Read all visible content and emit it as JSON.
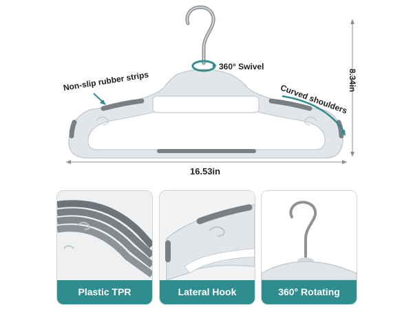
{
  "annotations": {
    "swivel": "360° Swivel",
    "strips": "Non-slip rubber strips",
    "shoulders": "Curved shoulders",
    "height": "8.34in",
    "width": "16.53in"
  },
  "panels": [
    {
      "caption": "Plastic TPR"
    },
    {
      "caption": "Lateral Hook"
    },
    {
      "caption": "360° Rotating"
    }
  ],
  "colors": {
    "hanger_body": "#e2e6ea",
    "rubber_strip": "#7a7f85",
    "accent_teal": "#2f8d8f",
    "caption_text": "#ffffff"
  }
}
